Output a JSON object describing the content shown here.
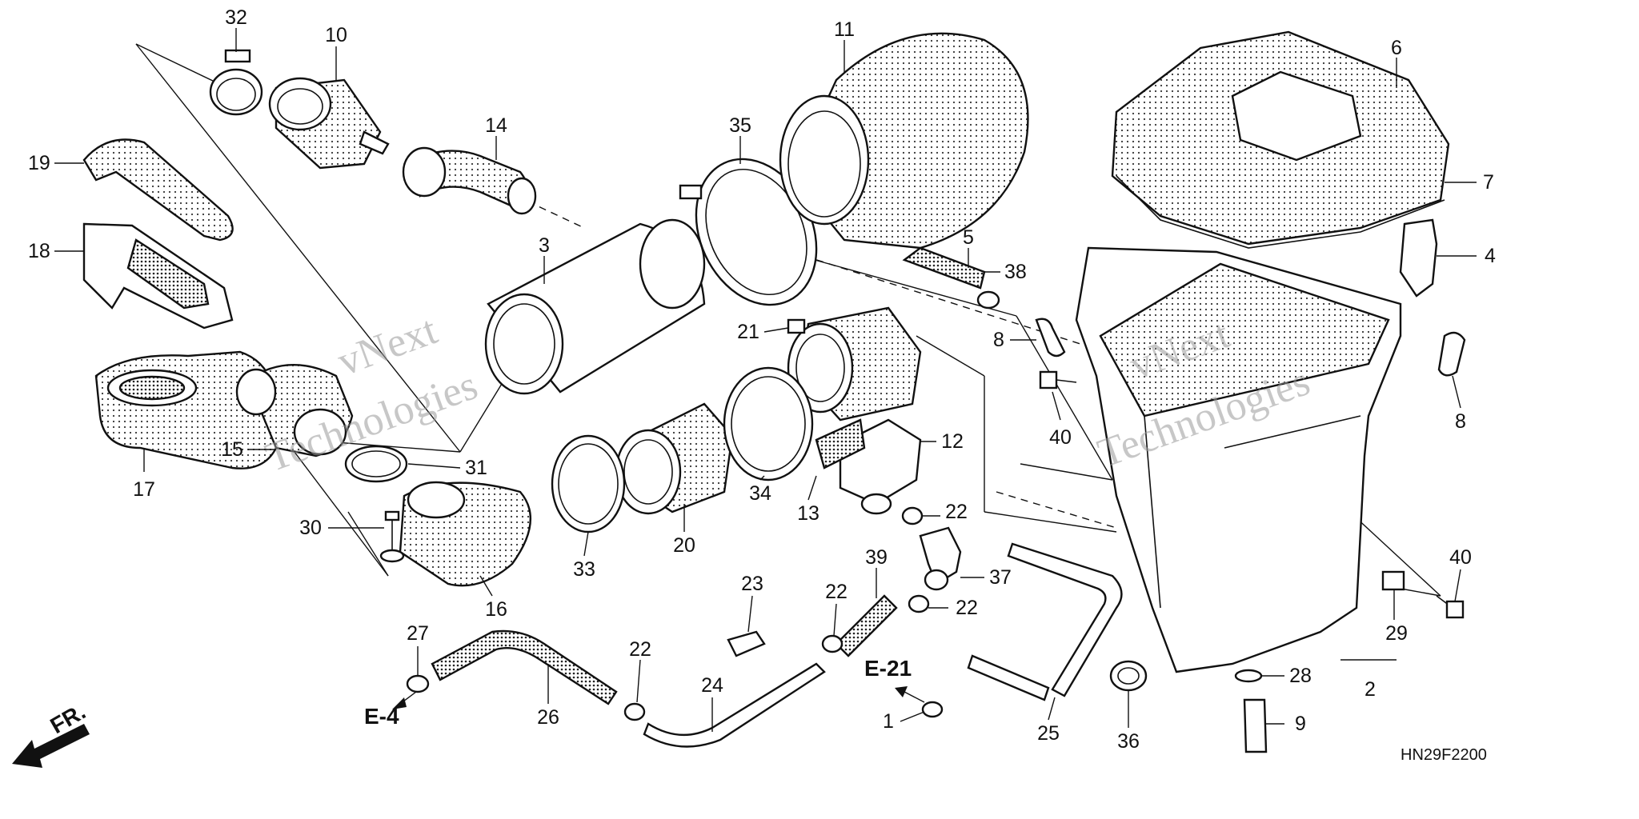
{
  "diagram": {
    "code": "HN29F2200",
    "watermark_lines": [
      "vNext",
      "Technologies"
    ],
    "direction_label": "FR.",
    "references": [
      "E-4",
      "E-21"
    ],
    "callouts": [
      {
        "id": "p1",
        "text": "1"
      },
      {
        "id": "p2",
        "text": "2"
      },
      {
        "id": "p3",
        "text": "3"
      },
      {
        "id": "p4",
        "text": "4"
      },
      {
        "id": "p5",
        "text": "5"
      },
      {
        "id": "p6",
        "text": "6"
      },
      {
        "id": "p7",
        "text": "7"
      },
      {
        "id": "p8a",
        "text": "8"
      },
      {
        "id": "p8b",
        "text": "8"
      },
      {
        "id": "p9",
        "text": "9"
      },
      {
        "id": "p10",
        "text": "10"
      },
      {
        "id": "p11",
        "text": "11"
      },
      {
        "id": "p12",
        "text": "12"
      },
      {
        "id": "p13",
        "text": "13"
      },
      {
        "id": "p14",
        "text": "14"
      },
      {
        "id": "p15",
        "text": "15"
      },
      {
        "id": "p16",
        "text": "16"
      },
      {
        "id": "p17",
        "text": "17"
      },
      {
        "id": "p18",
        "text": "18"
      },
      {
        "id": "p19",
        "text": "19"
      },
      {
        "id": "p20",
        "text": "20"
      },
      {
        "id": "p21",
        "text": "21"
      },
      {
        "id": "p22a",
        "text": "22"
      },
      {
        "id": "p22b",
        "text": "22"
      },
      {
        "id": "p22c",
        "text": "22"
      },
      {
        "id": "p22d",
        "text": "22"
      },
      {
        "id": "p23",
        "text": "23"
      },
      {
        "id": "p24",
        "text": "24"
      },
      {
        "id": "p25",
        "text": "25"
      },
      {
        "id": "p26",
        "text": "26"
      },
      {
        "id": "p27",
        "text": "27"
      },
      {
        "id": "p28",
        "text": "28"
      },
      {
        "id": "p29",
        "text": "29"
      },
      {
        "id": "p30",
        "text": "30"
      },
      {
        "id": "p31",
        "text": "31"
      },
      {
        "id": "p32",
        "text": "32"
      },
      {
        "id": "p33",
        "text": "33"
      },
      {
        "id": "p34",
        "text": "34"
      },
      {
        "id": "p35",
        "text": "35"
      },
      {
        "id": "p36",
        "text": "36"
      },
      {
        "id": "p37",
        "text": "37"
      },
      {
        "id": "p38",
        "text": "38"
      },
      {
        "id": "p39",
        "text": "39"
      },
      {
        "id": "p40a",
        "text": "40"
      },
      {
        "id": "p40b",
        "text": "40"
      }
    ]
  }
}
